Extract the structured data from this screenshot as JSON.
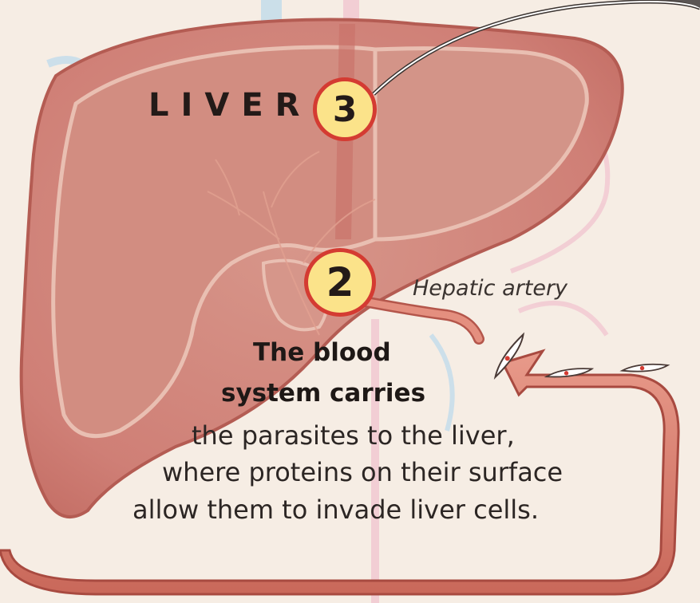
{
  "diagram": {
    "organ_label": "LIVER",
    "steps": [
      {
        "number": "3"
      },
      {
        "number": "2"
      }
    ],
    "vessel_label": "Hepatic artery",
    "caption": {
      "lead_line_1": "The blood",
      "lead_line_2": "system carries",
      "line_3": "the parasites to the liver,",
      "line_4": "where proteins on their surface",
      "line_5": "allow them to invade liver cells."
    },
    "colors": {
      "background": "#f6ede4",
      "liver": "#cf7a72",
      "liver_inner": "#d59488",
      "vessel": "#d97a6a",
      "badge_fill": "#fbe38a",
      "badge_ring": "#d43b32"
    },
    "icons": [
      "liver-illustration",
      "parasite-icon",
      "blood-vessel-arrow"
    ]
  }
}
